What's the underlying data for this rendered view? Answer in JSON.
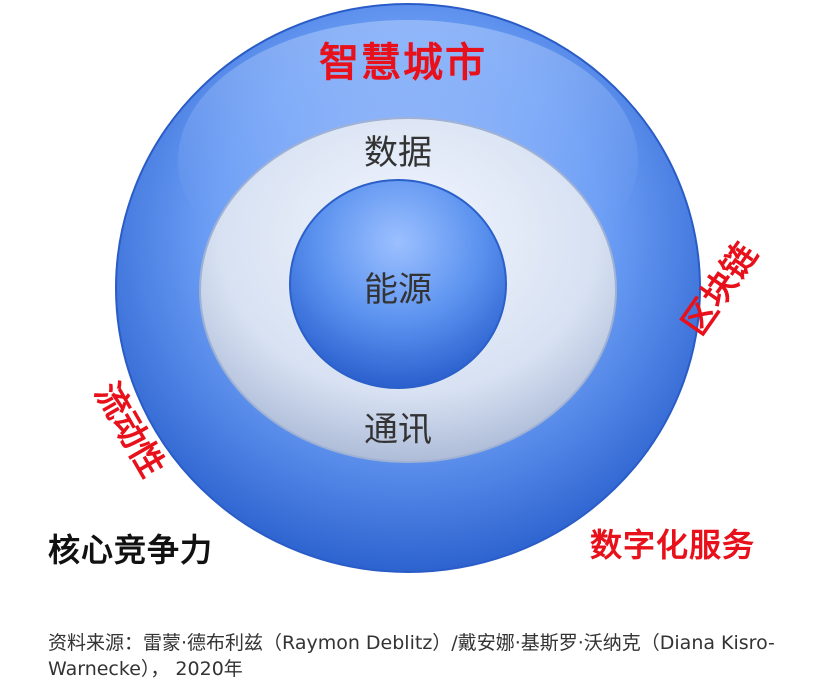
{
  "rings": {
    "outer_title": "智慧城市",
    "middle_top": "数据",
    "middle_bottom": "通讯",
    "inner": "能源",
    "left_arc": "流动性",
    "right_arc": "区块链"
  },
  "corners": {
    "bottom_left": "核心竞争力",
    "bottom_right": "数字化服务"
  },
  "source": "资料来源：雷蒙·德布利兹（Raymon Deblitz）/戴安娜·基斯罗·沃纳克（Diana Kisro-Warnecke）， 2020年",
  "colors": {
    "outer_ring": "#3d78e0",
    "middle_ring": "#cfd9ec",
    "inner_circle": "#3f7fe8",
    "accent_red": "#e8101a"
  }
}
